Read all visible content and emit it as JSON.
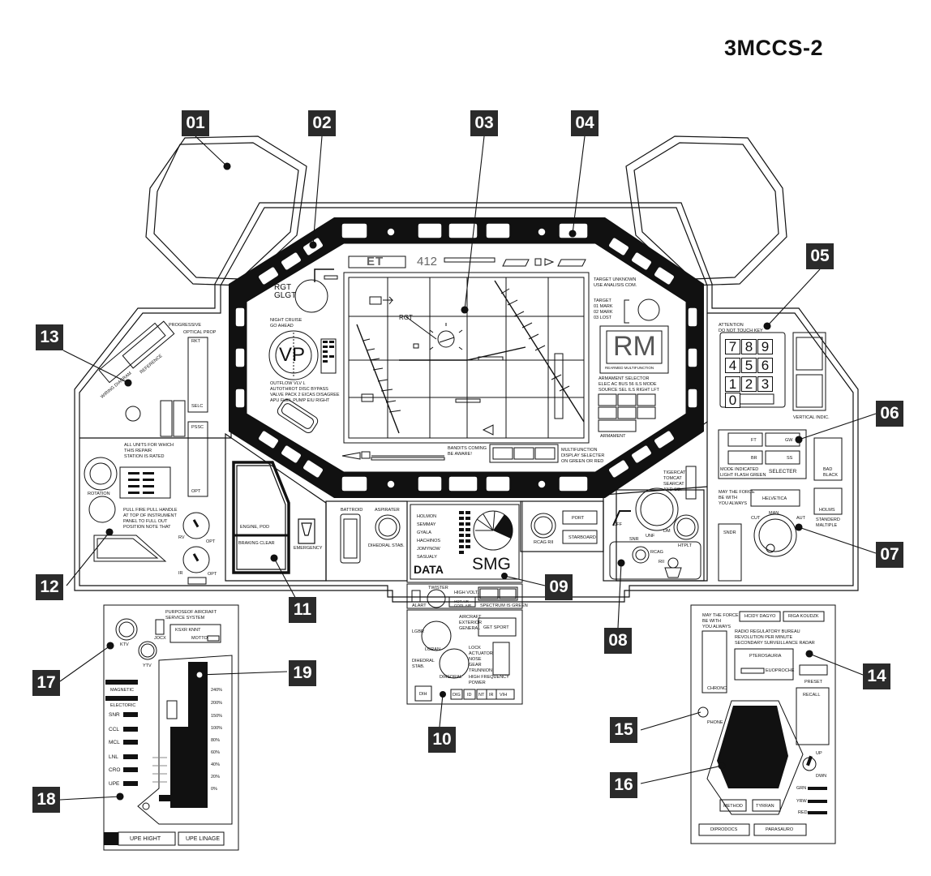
{
  "doc_title": "3MCCS-2",
  "callouts": [
    "01",
    "02",
    "03",
    "04",
    "05",
    "06",
    "07",
    "08",
    "09",
    "10",
    "11",
    "12",
    "13",
    "14",
    "15",
    "16",
    "17",
    "18",
    "19"
  ],
  "mfd": {
    "top_code": "ET",
    "top_number": "412",
    "rgt_glgt": "RGT\nGLGT",
    "night_cruise": "NIGHT CRUISE\nGO AHEAD",
    "vp": "VP",
    "outflow": "OUTFLOW VLV L\nAUTOTHROT DISC BYPASS\nVALVE PACK 2 EICAS DISAGREE\nAPU FUEL PUMP EIU RIGHT",
    "map_rgt": "RGT",
    "target_unknown": "TARGET UNKNOWN\nUSE ANALISIS COM.",
    "target_marks": "TARGET\n01 MARK\n02 MARK\n03 LOST",
    "rm": "RM",
    "rearmed": "REARMED MULTIFUNCTION",
    "armament_selector": "ARMAMENT SELECTOR\nELEC AC BUS 56 ILS MODE\nSOURCE SEL ILS RIGHT LFT",
    "armament": "ARMAMENT",
    "bandits": "BANDITS COMING\nBE AWARE!",
    "multifunction": "MULTIFUNCTION\nDISPLAY SELECTER\nON GREEN OR RED"
  },
  "left_panel": {
    "progressive": "PROGRESSIVE",
    "optical_prop": "OPTICAL PROP",
    "reference": "REFERENCE",
    "wiring_diagram": "WIRING DIAGRAM",
    "rkt": "RKT",
    "selc": "SELC",
    "pssc": "PSSC",
    "opt": "OPT",
    "all_units": "ALL UNITS FOR WHICH\nTHIS REPAIR\nSTATION IS RATED",
    "rotation": "ROTATION",
    "pull_fire": "PULL FIRE PULL HANDLE\nAT TOP OF INSTRUMENT\nPANEL TO FULL OUT\nPOSITION NOTE THAT",
    "rv": "RV",
    "opt2": "OPT",
    "ir": "IR",
    "opt3": "OPT",
    "engine_pod": "ENGINE, POD",
    "braking_clear": "BRAKING CLEAR",
    "emergency": "EMERGENCY"
  },
  "center_strip": {
    "battroid": "BATTROID",
    "aspirater": "ASPIRATER",
    "dihedral_stab": "DIHEDRAL STAB.",
    "rcag_rii": "RCAG RII",
    "port": "PORT",
    "starboard": "STARBOARD"
  },
  "data_panel": {
    "names": [
      "HOLMON",
      "SEMMAY",
      "GYALA",
      "HACHINOS",
      "JOMYNOW",
      "SASUALY"
    ],
    "data": "DATA",
    "smg": "SMG",
    "alart": "ALART",
    "twister": "TWISTER",
    "high_volt": "HIGH VOLT.",
    "hot_air": "HOT AIR",
    "cool_air": "COOL AIR",
    "spectrum": "SPECTRUM IS GREEN",
    "aircraft_exterior": "AIRCRAFT\nEXTERIOR\nGENERAL",
    "get_sport": "GET SPORT",
    "lgbr": "LGBR",
    "loran": "LORAN",
    "lock_actuator": "LOCK\nACTUATOR\nNOSE\nGEAR\nTRUNNION",
    "dihedral_stab": "DIHEDRAL\nSTAB.",
    "dihedral": "DIHEDRAL",
    "high_frequency": "HIGH FREQUENCY\nPOWER",
    "dih": "DIH",
    "buttons": [
      "DIG",
      "ID",
      "NT",
      "IR",
      "VIH"
    ]
  },
  "right_panel": {
    "attention": "ATTENTION\nDO NOT TOUCH KEY",
    "keys": [
      "7",
      "8",
      "9",
      "4",
      "5",
      "6",
      "1",
      "2",
      "3",
      "0"
    ],
    "vertical_indic": "VERTICAL INDIC.",
    "ft": "FT",
    "gw": "GW",
    "br": "BR",
    "ss": "SS",
    "mode_indicated": "MODE INDICATED\nLIGHT FLASH GREEN",
    "selecter": "SELECTER",
    "bad_black": "BAD\nBLACK",
    "tigercat": "TIGERCAT\nTOMCAT\nSEARCAT\nAND SO.",
    "may_force": "MAY THE FORCE\nBE WITH\nYOU ALWAYS",
    "helvetica": "HELVETICA",
    "holms": "HOLMS",
    "standerd": "STANDERD\nMALTIPLE",
    "sndr": "SNDR",
    "cut": "CUT",
    "man": "MAN.",
    "aut": "AUT",
    "off": "OFF",
    "snr": "SNR",
    "unf": "UNF",
    "dm": "DM",
    "htplt": "HTPLT",
    "rcag": "RCAG",
    "rii": "RII"
  },
  "lower_left": {
    "purpose": "PURPOSEOF AIRCRAFT\nSERVICE SYSTEM",
    "ksxr": "KSXR KNNT",
    "motto": "MOTTO",
    "jocx": "JOCX",
    "ktv": "KTV",
    "ytv": "YTV",
    "magnetic": "MAGNETIC",
    "electoric": "ELECTORIC",
    "rows": [
      "SNR",
      "CCL",
      "MCL",
      "LNL",
      "CRO",
      "UPE"
    ],
    "scale": [
      "240%",
      "200%",
      "150%",
      "100%",
      "80%",
      "60%",
      "40%",
      "20%",
      "0%"
    ],
    "upe_hight": "UPE HIGHT",
    "upe_linage": "UPE LINAGE"
  },
  "lower_right": {
    "may_force": "MAY THE FORCE\nBE WITH\nYOU ALWAYS",
    "hcidy": "HCIDY DAGYO",
    "riga": "RIGA KOUDZK",
    "radio": "RADIO REGULATORY BUREAU\nREVOLUTION PER MINUTE\nSECONDARY SURVEILLANCE RADAR",
    "pterosauria": "PTEROSAURIA",
    "euoproche": "EUOPROCHE",
    "preset": "PRESET",
    "chrono": "CHRONO",
    "recall": "RECALL",
    "phone": "PHONE",
    "up": "UP",
    "dwn": "DWN",
    "grn": "GRN",
    "yrw": "YRW",
    "red": "RED",
    "method": "METHOD",
    "tyrran": "TYRRAN",
    "diprodocs": "DIPRODOCS",
    "parasauro": "PARASAURO"
  }
}
